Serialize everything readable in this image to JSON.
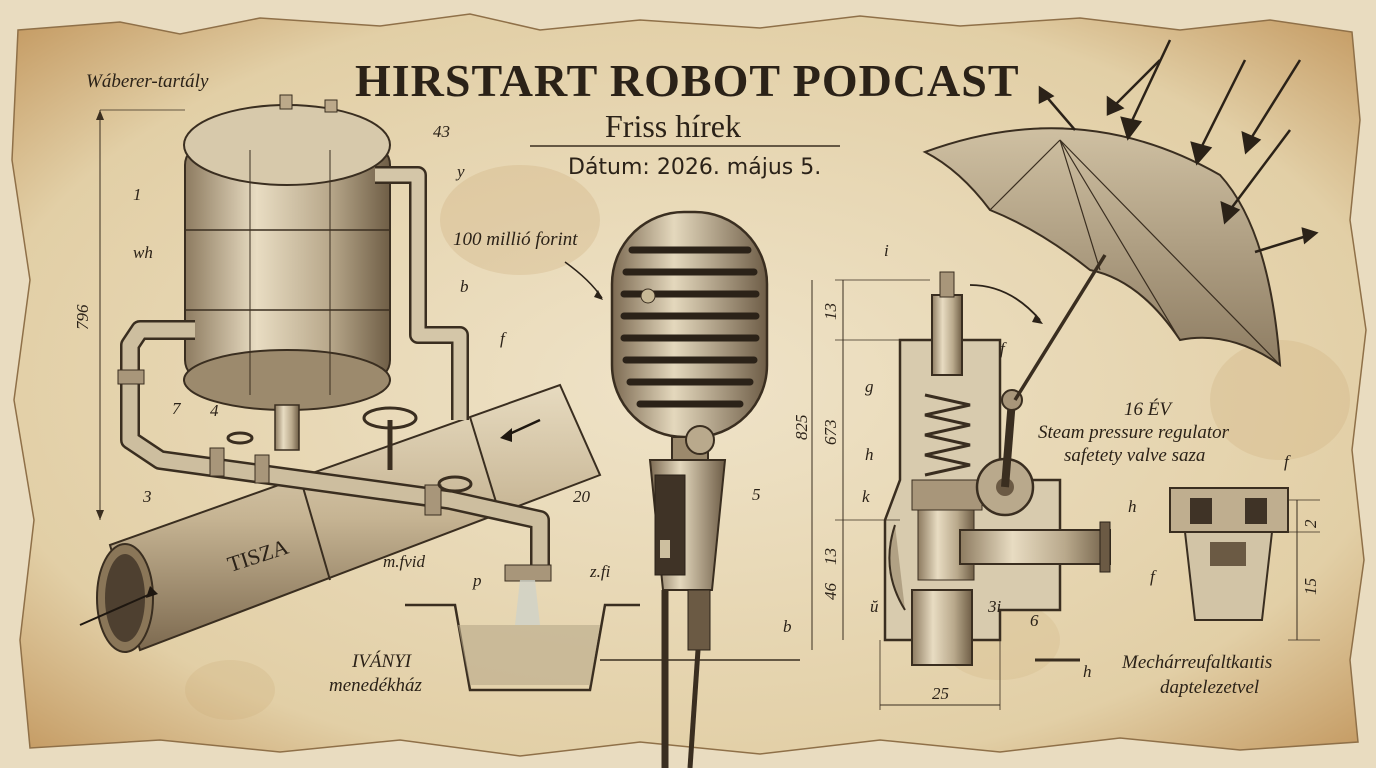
{
  "header": {
    "title": "HIRSTART ROBOT PODCAST",
    "subtitle": "Friss hírek",
    "date": "Dátum: 2026. május 5."
  },
  "tank": {
    "name": "Wáberer-tartály",
    "callout_1": "1",
    "callout_wh": "wh",
    "callout_43": "43",
    "callout_y": "y",
    "callout_b": "b",
    "callout_f": "f",
    "callout_7": "7",
    "callout_4": "4",
    "callout_3": "3",
    "dim_height": "796"
  },
  "pipe": {
    "name": "TISZA",
    "callout_20": "20",
    "callout_mfvid": "m.fvid",
    "callout_p": "p",
    "callout_zfi": "z.fi",
    "basin_line1": "IVÁNYI",
    "basin_line2": "menedékház"
  },
  "microphone": {
    "amount": "100 millió forint",
    "callout_5": "5",
    "callout_b": "b"
  },
  "valve": {
    "callout_i": "i",
    "callout_f": "f",
    "callout_g": "g",
    "callout_h": "h",
    "callout_k": "k",
    "callout_u": "ŭ",
    "callout_3i": "3i",
    "callout_6": "6",
    "callout_h2": "h",
    "dim_13": "13",
    "dim_673": "673",
    "dim_825": "825",
    "dim_13b": "13",
    "dim_46": "46",
    "dim_25": "25"
  },
  "notes": {
    "years": "16 ÉV",
    "line1": "Steam pressure regulator",
    "line2": "safetety valve saza"
  },
  "cap_detail": {
    "callout_h": "h",
    "callout_f1": "f",
    "callout_f2": "f",
    "dim_2": "2",
    "dim_15": "15",
    "caption_line1": "Mechárreufaltkaıtis",
    "caption_line2": "daptelezetvel"
  },
  "palette": {
    "paper": "#e9dcc0",
    "ink": "#2b2218",
    "stain": "#c9a56e",
    "metal": "#b9a98c"
  }
}
